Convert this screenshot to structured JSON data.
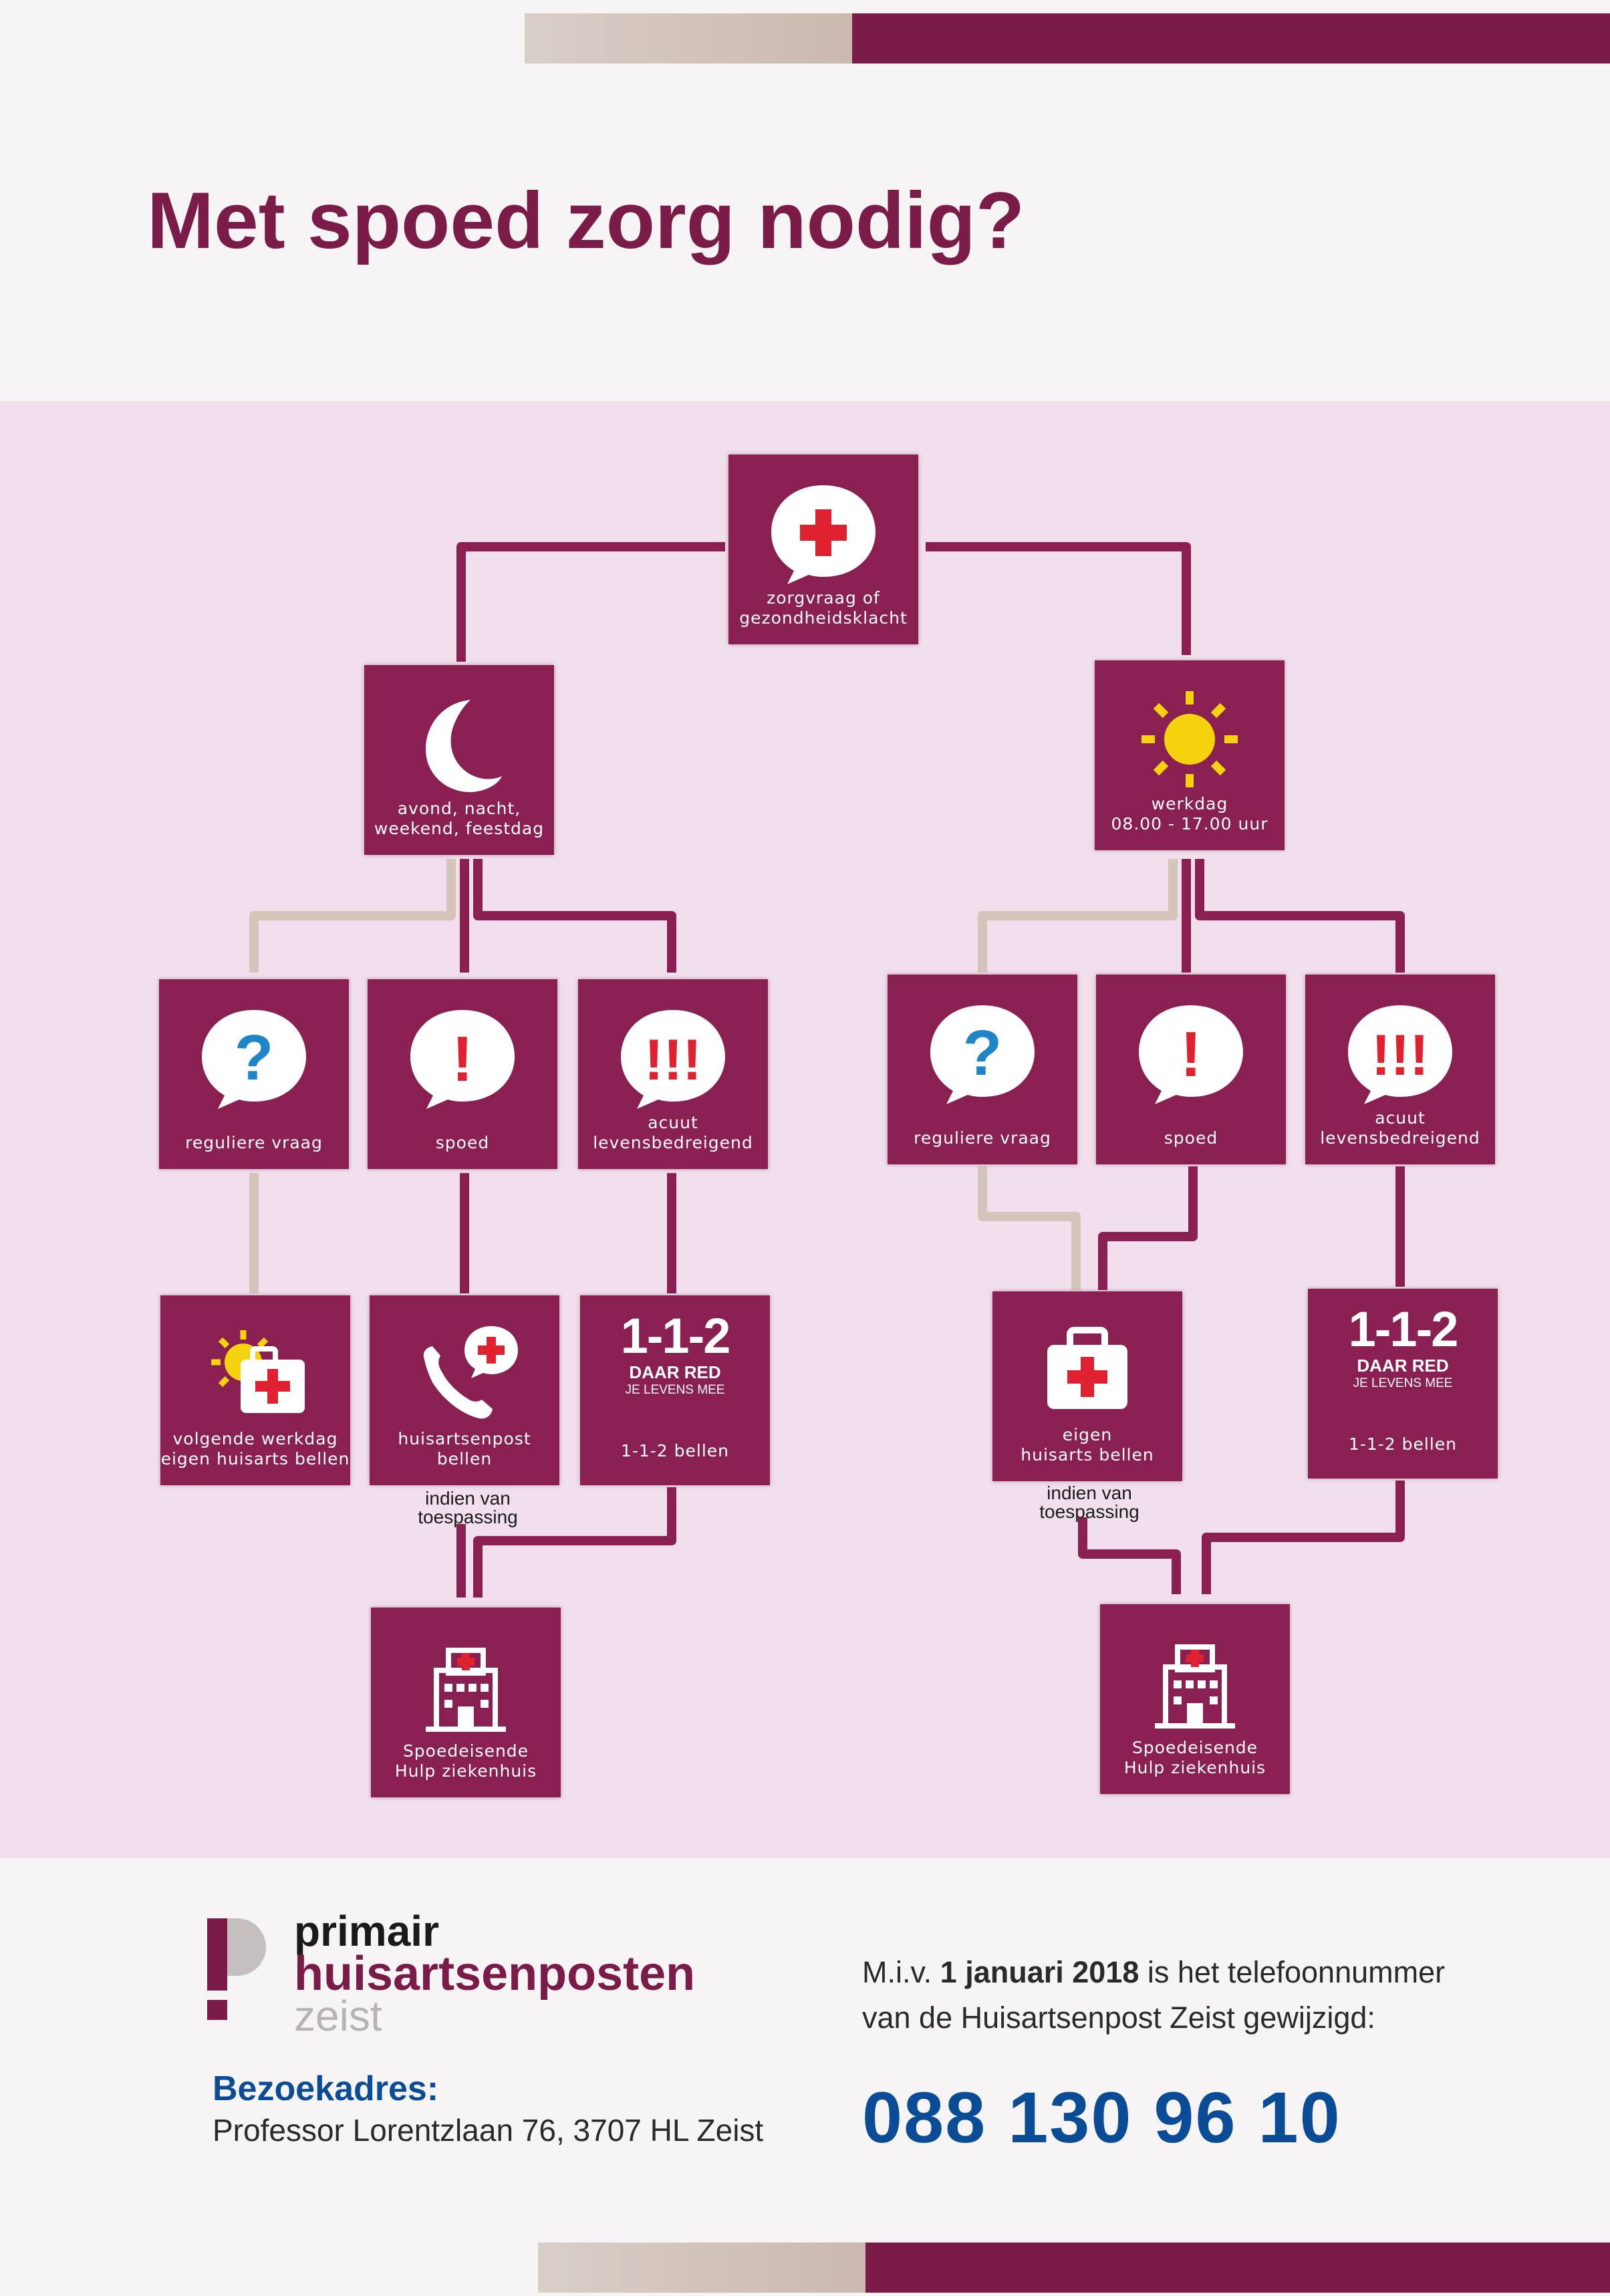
{
  "page": {
    "title": "Met spoed zorg nodig?"
  },
  "colors": {
    "brand": "#7a1c47",
    "box": "#8a1f52",
    "cross": "#e02230",
    "question": "#1e86c8",
    "sun": "#f5d20e",
    "blue": "#0a4d96"
  },
  "flowchart": {
    "root": {
      "label_1": "zorgvraag of",
      "label_2": "gezondheidsklacht",
      "icon": "red-cross-bubble-icon"
    },
    "night": {
      "label_1": "avond, nacht,",
      "label_2": "weekend, feestdag",
      "icon": "moon-icon"
    },
    "day": {
      "label_1": "werkdag",
      "label_2": "08.00 - 17.00 uur",
      "icon": "sun-icon"
    },
    "left_row1": [
      {
        "label": "reguliere vraag",
        "icon": "question-bubble-icon",
        "symbol": "?"
      },
      {
        "label": "spoed",
        "icon": "exclamation-bubble-icon",
        "symbol": "!"
      },
      {
        "label_1": "acuut",
        "label_2": "levensbedreigend",
        "icon": "triple-exclamation-bubble-icon",
        "symbol": "!!!"
      }
    ],
    "right_row1": [
      {
        "label": "reguliere vraag",
        "icon": "question-bubble-icon",
        "symbol": "?"
      },
      {
        "label": "spoed",
        "icon": "exclamation-bubble-icon",
        "symbol": "!"
      },
      {
        "label_1": "acuut",
        "label_2": "levensbedreigend",
        "icon": "triple-exclamation-bubble-icon",
        "symbol": "!!!"
      }
    ],
    "left_row2": [
      {
        "label_1": "volgende werkdag",
        "label_2": "eigen huisarts bellen",
        "icon": "sun-medical-bag-icon"
      },
      {
        "label_1": "huisartsenpost",
        "label_2": "bellen",
        "icon": "phone-cross-icon"
      },
      {
        "label": "1-1-2 bellen",
        "icon": "112-logo",
        "logo_number": "1-1-2",
        "logo_line1": "DAAR RED",
        "logo_line2": "JE LEVENS MEE"
      }
    ],
    "right_row2": [
      {
        "label_1": "eigen",
        "label_2": "huisarts bellen",
        "icon": "medical-bag-icon"
      },
      {
        "label": "1-1-2 bellen",
        "icon": "112-logo",
        "logo_number": "1-1-2",
        "logo_line1": "DAAR RED",
        "logo_line2": "JE LEVENS MEE"
      }
    ],
    "note_1": "indien van",
    "note_2": "toespassing",
    "hospital": {
      "label_1": "Spoedeisende",
      "label_2": "Hulp ziekenhuis",
      "icon": "hospital-icon"
    }
  },
  "footer": {
    "logo_letter": "P",
    "logo_line1": "primair",
    "logo_line2": "huisartsenposten",
    "logo_line3": "zeist",
    "address_heading": "Bezoekadres:",
    "address": "Professor Lorentzlaan 76, 3707 HL Zeist",
    "notice_prefix": "M.i.v.",
    "notice_date": "1 januari 2018",
    "notice_rest": "is het telefoonnummer",
    "notice_line2": "van de Huisartsenpost Zeist gewijzigd:",
    "phone": "088 130 96 10"
  }
}
